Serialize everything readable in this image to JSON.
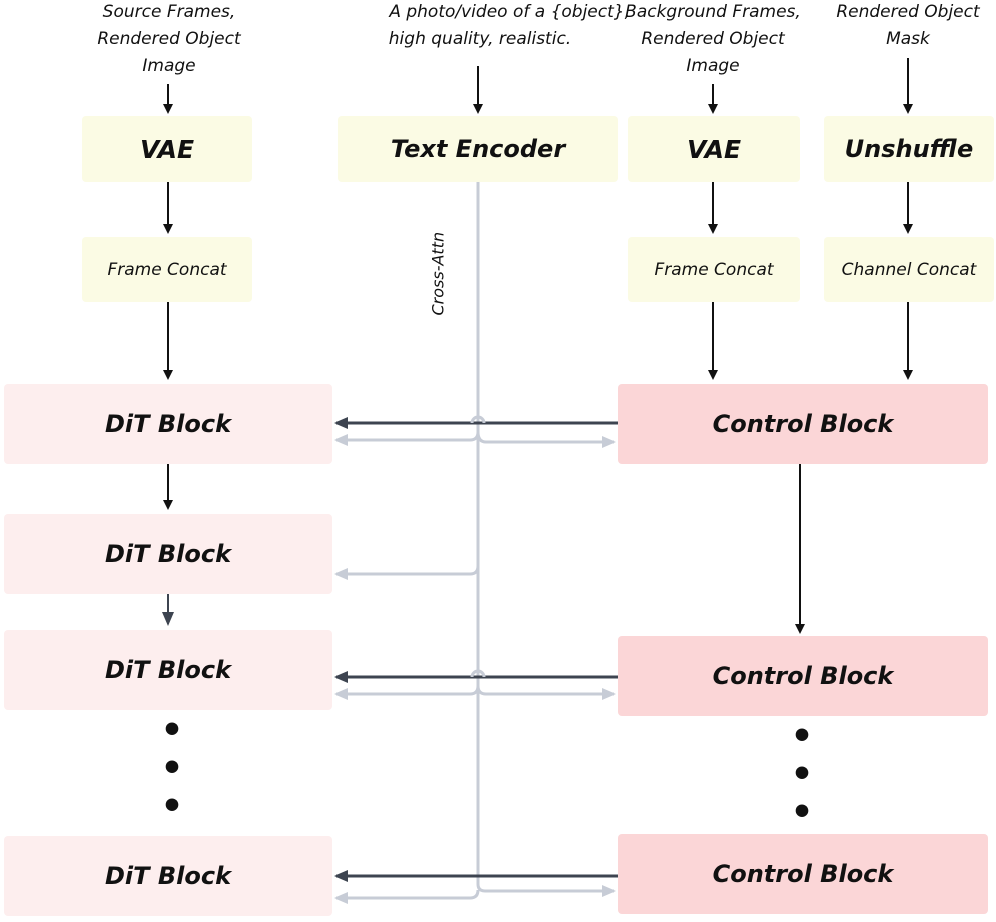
{
  "inputs": {
    "source": "Source Frames, Rendered Object Image",
    "prompt_line1": "A photo/video of a {object},",
    "prompt_line2": "high quality, realistic.",
    "background": "Background Frames, Rendered Object Image",
    "mask": "Rendered Object Mask"
  },
  "encoders": {
    "vae_left": "VAE",
    "text_encoder": "Text Encoder",
    "vae_right": "VAE",
    "unshuffle": "Unshuffle"
  },
  "concat": {
    "frame_left": "Frame Concat",
    "frame_right": "Frame Concat",
    "channel": "Channel Concat"
  },
  "cross_attn": "Cross-Attn",
  "dit_blocks": [
    "DiT Block",
    "DiT Block",
    "DiT Block",
    "DiT Block"
  ],
  "control_blocks": [
    "Control Block",
    "Control Block",
    "Control Block"
  ],
  "ellipsis": "•\n•\n•",
  "colors": {
    "yellow": "#fbfbe4",
    "pink_light": "#fdeeee",
    "pink": "#fbd6d7",
    "dark_arrow": "#3d4450",
    "light_arrow": "#c7ccd6"
  }
}
